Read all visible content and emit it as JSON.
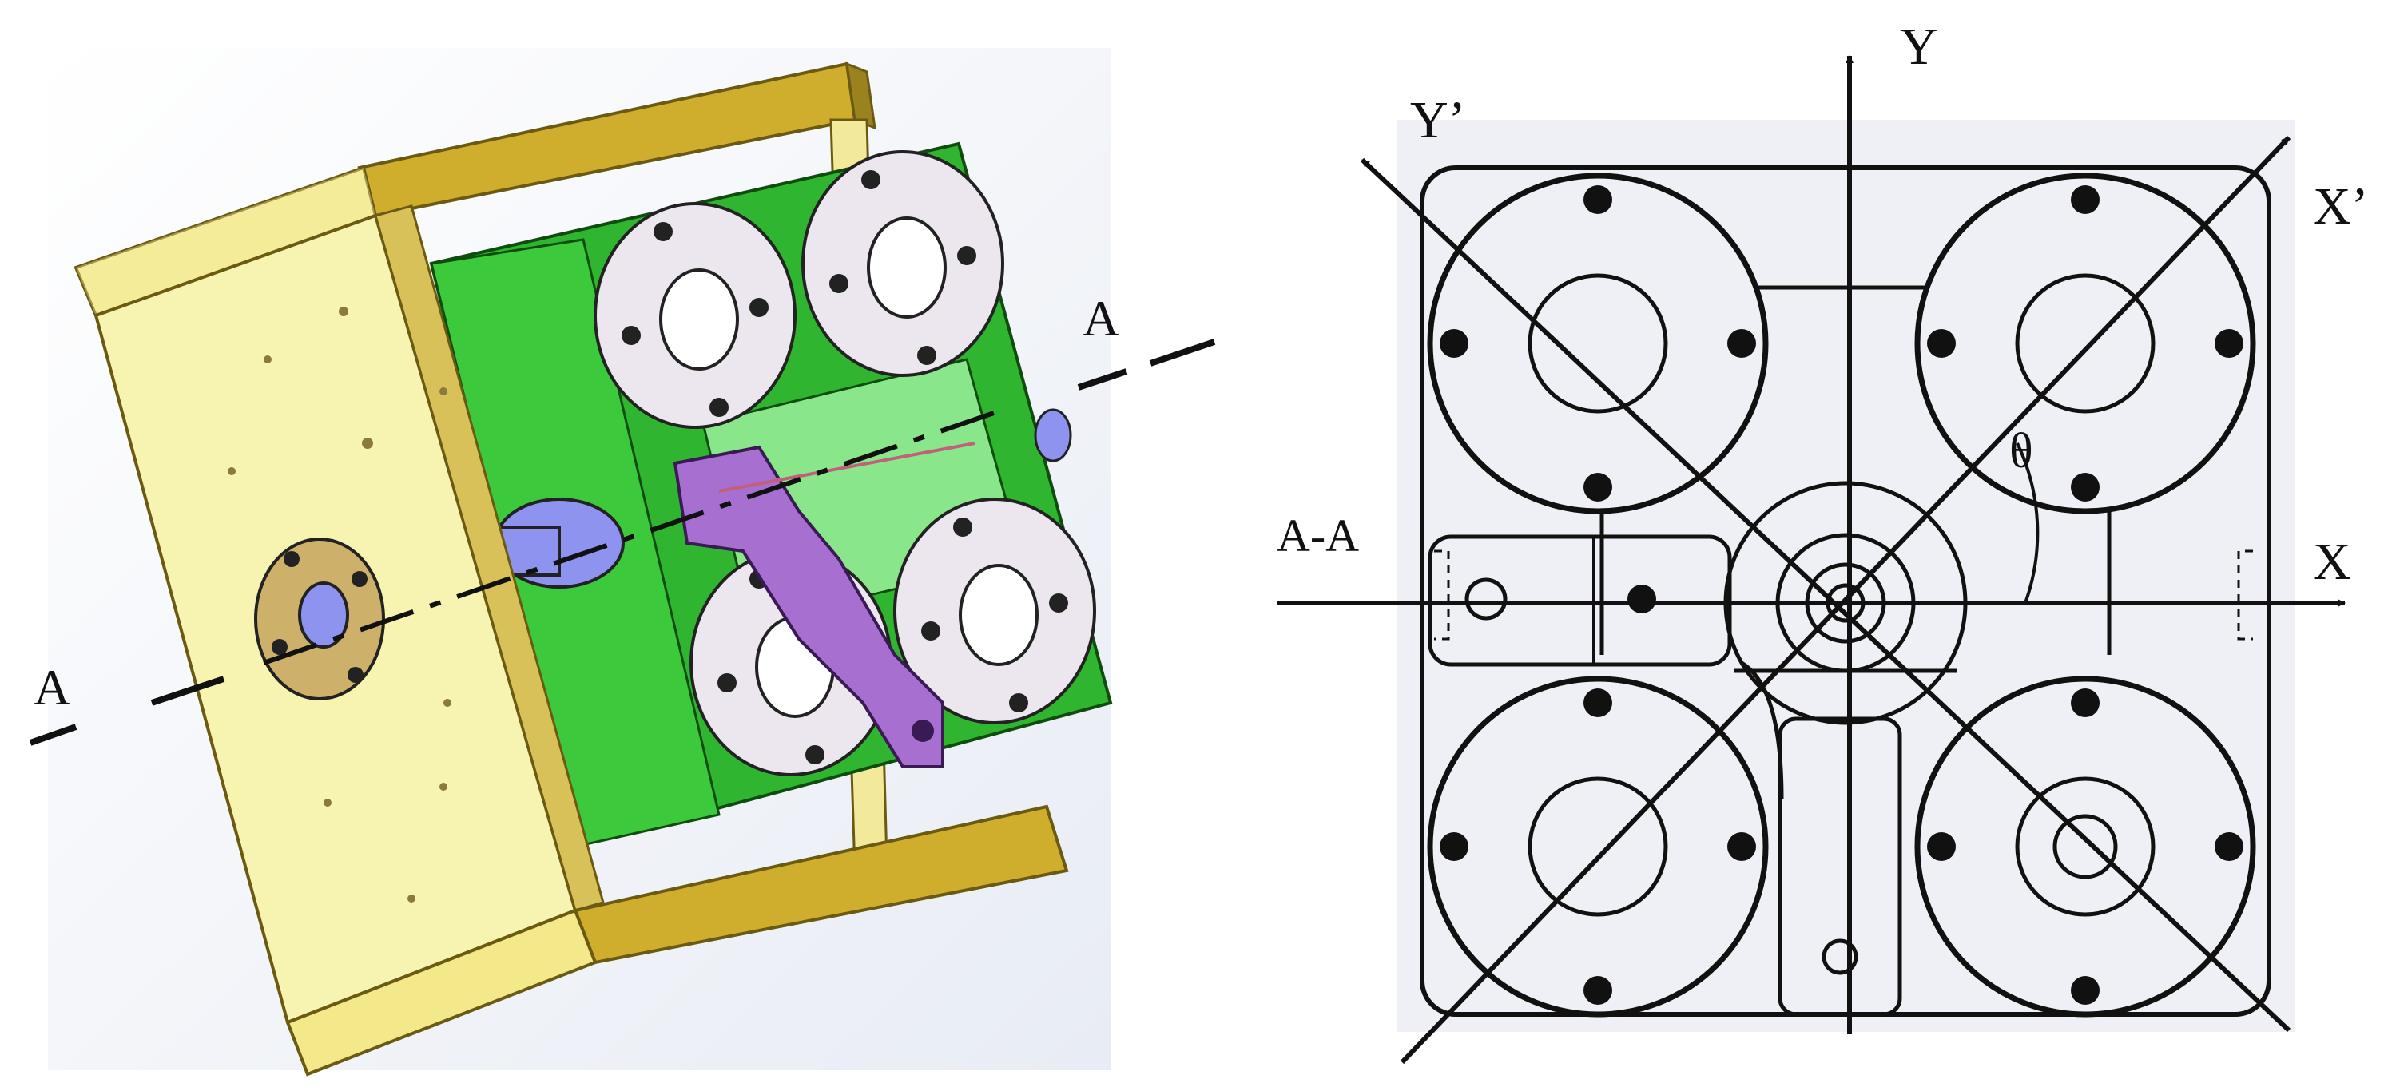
{
  "left_view": {
    "section_label_left": "A",
    "section_label_right": "A"
  },
  "right_view": {
    "axis_y": "Y",
    "axis_y_rotated": "Y’",
    "axis_x": "X",
    "axis_x_rotated": "X’",
    "angle": "θ",
    "section": "A-A"
  },
  "colors": {
    "frame": "#f7f3b0",
    "frame_edge": "#c9a935",
    "plate": "#2fb52f",
    "plate_light": "#7be07b",
    "disc": "#ece6ee",
    "bracket": "#a66fd0",
    "shaft": "#8f93f0",
    "line": "#111111"
  }
}
